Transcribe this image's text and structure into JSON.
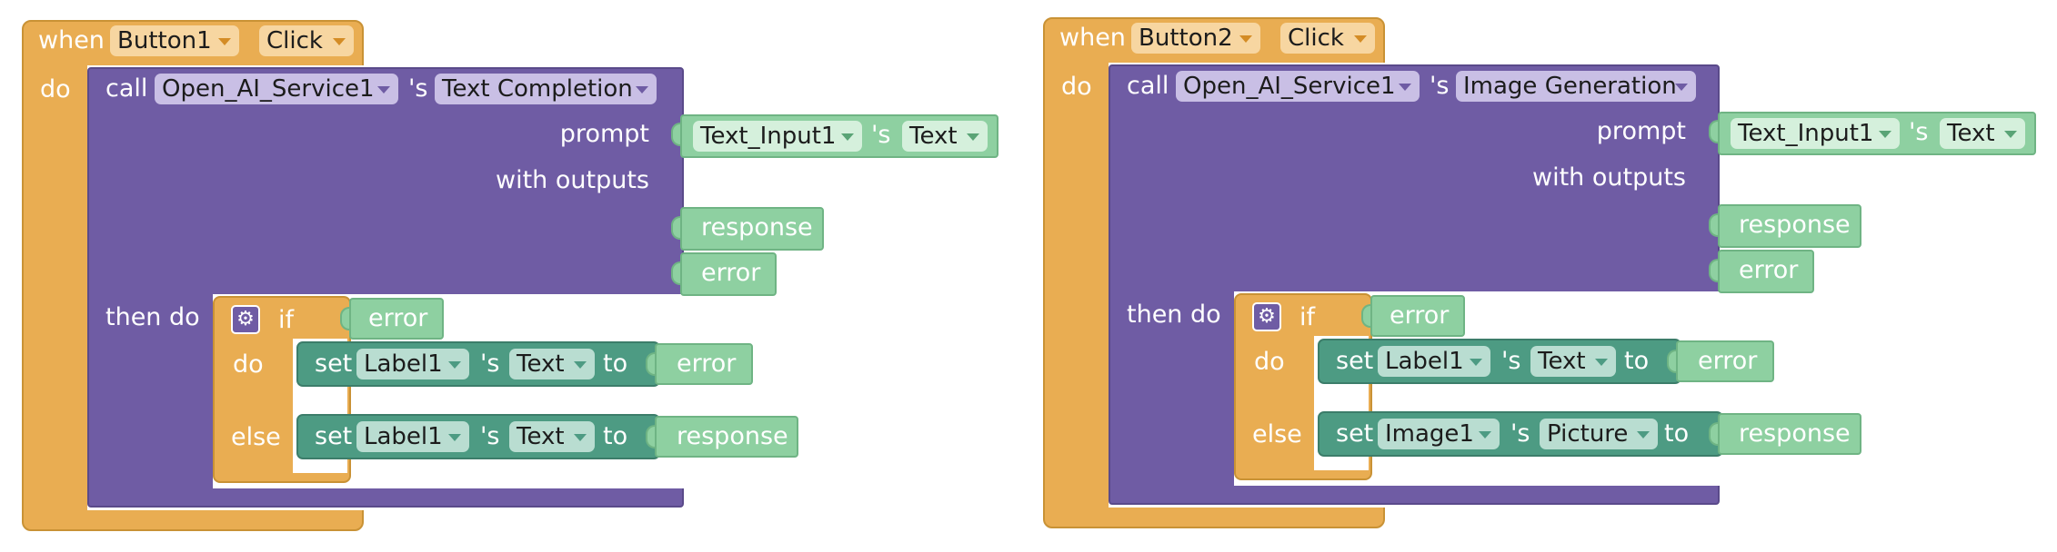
{
  "common": {
    "when": "when",
    "do": "do",
    "call": "call",
    "poss": "'s",
    "prompt": "prompt",
    "with_outputs": "with outputs",
    "then_do": "then do",
    "if": "if",
    "else": "else",
    "set": "set",
    "to": "to"
  },
  "colors": {
    "event_block": "#e9ad52",
    "call_block": "#6f5ca4",
    "setter_block": "#4d9b83",
    "getter_block": "#8ed0a1"
  },
  "left": {
    "event_component": "Button1",
    "event_name": "Click",
    "service": "Open_AI_Service1",
    "method": "Text Completion",
    "prompt_component": "Text_Input1",
    "prompt_property": "Text",
    "out_response": "response",
    "out_error": "error",
    "if_condition": "error",
    "do_component": "Label1",
    "do_property": "Text",
    "do_value": "error",
    "else_component": "Label1",
    "else_property": "Text",
    "else_value": "response"
  },
  "right": {
    "event_component": "Button2",
    "event_name": "Click",
    "service": "Open_AI_Service1",
    "method": "Image Generation",
    "prompt_component": "Text_Input1",
    "prompt_property": "Text",
    "out_response": "response",
    "out_error": "error",
    "if_condition": "error",
    "do_component": "Label1",
    "do_property": "Text",
    "do_value": "error",
    "else_component": "Image1",
    "else_property": "Picture",
    "else_value": "response"
  }
}
